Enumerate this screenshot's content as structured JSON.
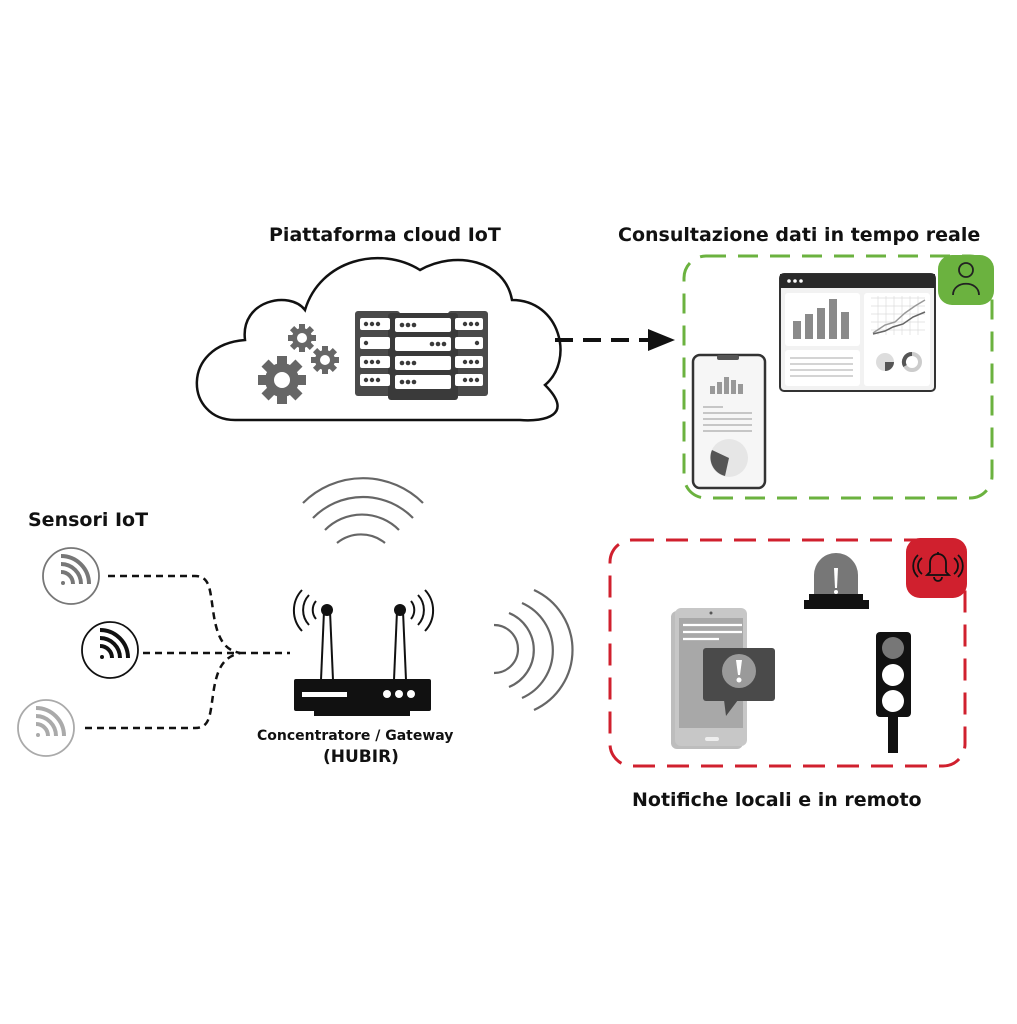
{
  "diagram": {
    "cloud": {
      "title": "Piattaforma cloud IoT",
      "icons": [
        "gears-icon",
        "server-rack-icon"
      ]
    },
    "consultation": {
      "title": "Consultazione dati in tempo reale",
      "border_color": "#6bb23f",
      "badge_color": "#6bb23f",
      "badge_icon": "user-icon",
      "devices": [
        "smartphone-dashboard",
        "desktop-dashboard"
      ]
    },
    "sensors": {
      "title": "Sensori IoT",
      "items": [
        {
          "icon": "wireless-signal-icon",
          "shade": "#777777"
        },
        {
          "icon": "wireless-signal-icon",
          "shade": "#111111"
        },
        {
          "icon": "wireless-signal-icon",
          "shade": "#aaaaaa"
        }
      ]
    },
    "gateway": {
      "label": "Concentratore / Gateway",
      "sublabel": "(HUBIR)",
      "icon": "router-icon"
    },
    "notifications": {
      "title": "Notifiche locali e in remoto",
      "border_color": "#d0202e",
      "badge_color": "#d0202e",
      "badge_icon": "ringing-bell-icon",
      "devices": [
        "smartphone-alert",
        "siren-light",
        "traffic-light"
      ]
    },
    "colors": {
      "icon_gray": "#666666",
      "dark": "#111111"
    }
  }
}
